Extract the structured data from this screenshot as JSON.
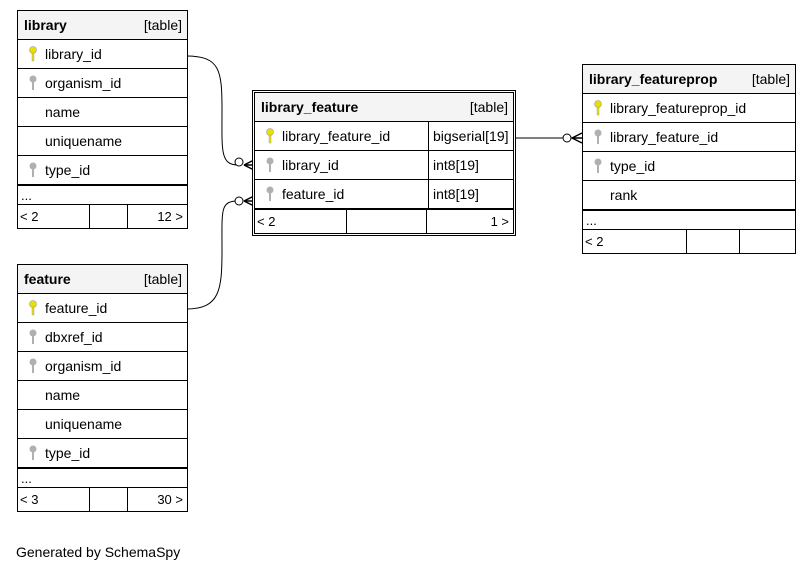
{
  "tables": {
    "library": {
      "name": "library",
      "kind": "[table]",
      "columns": [
        "library_id",
        "organism_id",
        "name",
        "uniquename",
        "type_id"
      ],
      "ellipsis": "...",
      "nav": {
        "left": "< 2",
        "middle": "",
        "right": "12 >"
      }
    },
    "feature": {
      "name": "feature",
      "kind": "[table]",
      "columns": [
        "feature_id",
        "dbxref_id",
        "organism_id",
        "name",
        "uniquename",
        "type_id"
      ],
      "ellipsis": "...",
      "nav": {
        "left": "< 3",
        "middle": "",
        "right": "30 >"
      }
    },
    "library_feature": {
      "name": "library_feature",
      "kind": "[table]",
      "columns": [
        "library_feature_id",
        "library_id",
        "feature_id"
      ],
      "types": [
        "bigserial[19]",
        "int8[19]",
        "int8[19]"
      ],
      "nav": {
        "left": "< 2",
        "middle": "",
        "right": "1 >"
      }
    },
    "library_featureprop": {
      "name": "library_featureprop",
      "kind": "[table]",
      "columns": [
        "library_featureprop_id",
        "library_feature_id",
        "type_id",
        "rank"
      ],
      "ellipsis": "...",
      "nav": {
        "left": "< 2",
        "middle": "",
        "right": ""
      }
    }
  },
  "key_colors": {
    "primary": "#e8e000",
    "foreign": "#b0b0b0"
  },
  "footer": "Generated by SchemaSpy"
}
